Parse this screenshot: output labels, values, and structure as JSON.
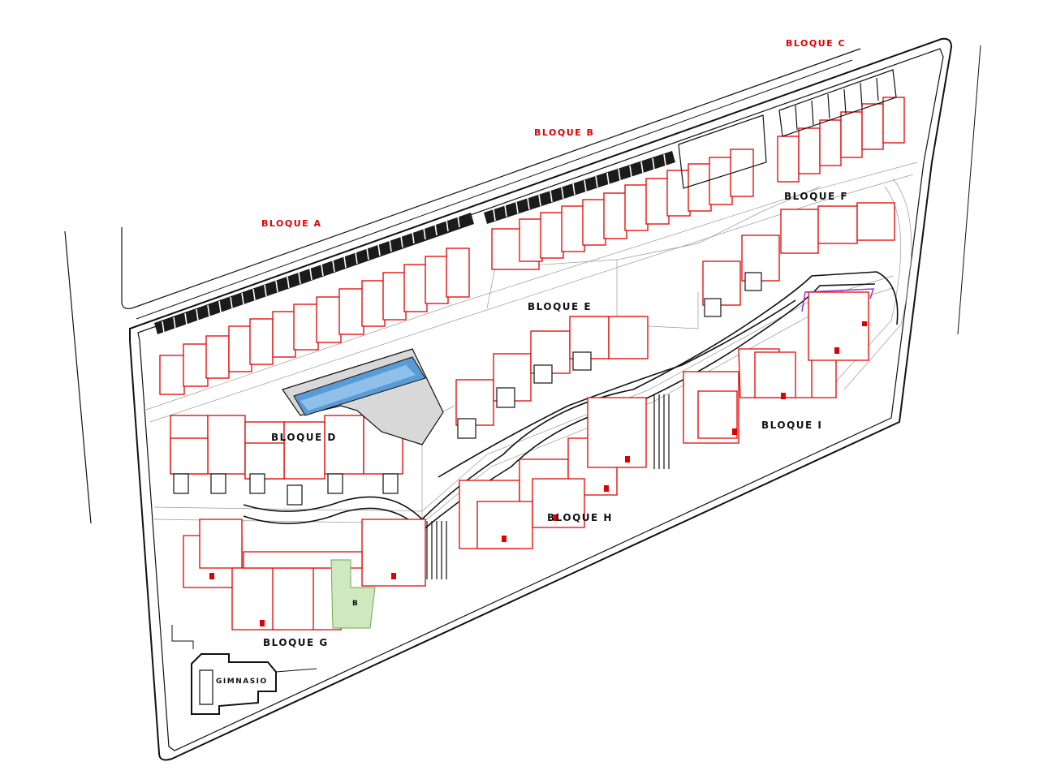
{
  "plan": {
    "blocks": [
      {
        "id": "A",
        "label": "BLOQUE A"
      },
      {
        "id": "B",
        "label": "BLOQUE B"
      },
      {
        "id": "C",
        "label": "BLOQUE C"
      },
      {
        "id": "D",
        "label": "BLOQUE D"
      },
      {
        "id": "E",
        "label": "BLOQUE E"
      },
      {
        "id": "F",
        "label": "BLOQUE F"
      },
      {
        "id": "G",
        "label": "BLOQUE G"
      },
      {
        "id": "H",
        "label": "BLOQUE H"
      },
      {
        "id": "I",
        "label": "BLOQUE I"
      }
    ],
    "gym": {
      "label": "GIMNASIO"
    },
    "marker": {
      "label": "B"
    },
    "colors": {
      "unit_outline": "#e10000",
      "site_outline": "#111111",
      "paving": "#9a9a9a",
      "pool_water": "#5b9bd5",
      "green_area": "#cfe8c0",
      "accent": "#9b30c8"
    }
  }
}
